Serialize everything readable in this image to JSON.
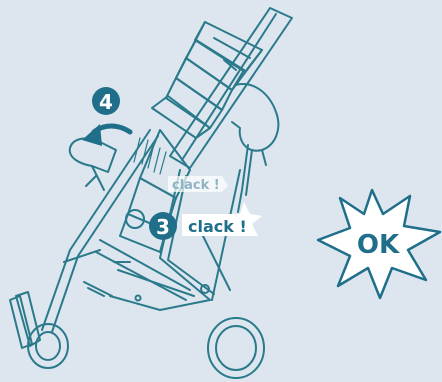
{
  "colors": {
    "background": "#dde6ee",
    "line": "#2a7a8c",
    "accent": "#1f6f8b",
    "white": "#ffffff"
  },
  "steps": {
    "step4": {
      "number": "4"
    },
    "step3": {
      "number": "3",
      "sound": "clack !"
    },
    "ghost_sound": "clack !"
  },
  "ok_badge": {
    "text": "OK"
  },
  "icons": [
    "rotate-arrow-icon",
    "starburst-icon",
    "numbered-circle-icon"
  ]
}
